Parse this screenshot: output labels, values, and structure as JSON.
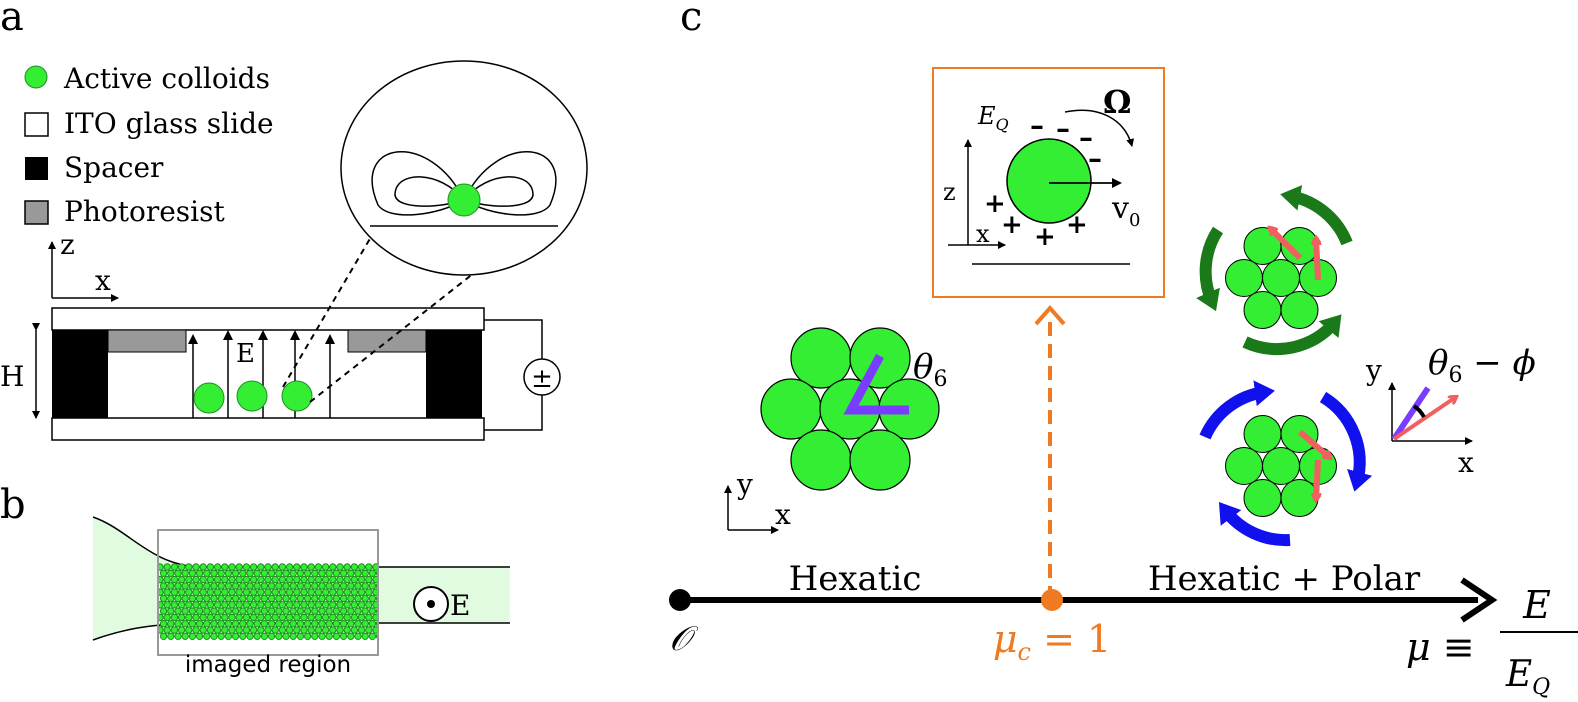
{
  "panels": {
    "a": {
      "label": "a",
      "legend": [
        {
          "text": "Active colloids",
          "color": "#33ee33"
        },
        {
          "text": "ITO glass slide",
          "color": "#ffffff"
        },
        {
          "text": "Spacer",
          "color": "#000000"
        },
        {
          "text": "Photoresist",
          "color": "#999999"
        }
      ],
      "axis_z": "z",
      "axis_x": "x",
      "height_label": "H",
      "field_label": "E",
      "source_symbol": "±"
    },
    "b": {
      "label": "b",
      "region_label": "imaged region",
      "field_label": "E"
    },
    "c": {
      "label": "c",
      "inset": {
        "eq_label": "E",
        "eq_sub": "Q",
        "omega": "Ω",
        "v_label": "v",
        "v_sub": "0",
        "axis_z": "z",
        "axis_x": "x",
        "plus": "+",
        "minus": "–"
      },
      "theta_label": "θ",
      "theta_sub": "6",
      "axis_y": "y",
      "axis_x": "x",
      "rot_angle_label": "θ",
      "rot_angle_sub": "6",
      "rot_angle_rest": " − ϕ",
      "rot_axis_y": "y",
      "rot_axis_x": "x",
      "phase_left": "Hexatic",
      "phase_right": "Hexatic + Polar",
      "origin_label": "𝒪",
      "critical_label": "μ",
      "critical_sub": "c",
      "critical_rest": " = 1",
      "mu_label": "μ ≡",
      "mu_num": "E",
      "mu_den": "E",
      "mu_den_sub": "Q"
    }
  },
  "colors": {
    "colloid": "#33ee33",
    "channel": "#e0fbe0",
    "inset_border": "#f07a22",
    "critical": "#f07a22",
    "ccw_arrows": "#1a7a1a",
    "cw_arrows": "#1111ee",
    "polar_arrows": "#f06060",
    "director": "#7a3cff"
  }
}
